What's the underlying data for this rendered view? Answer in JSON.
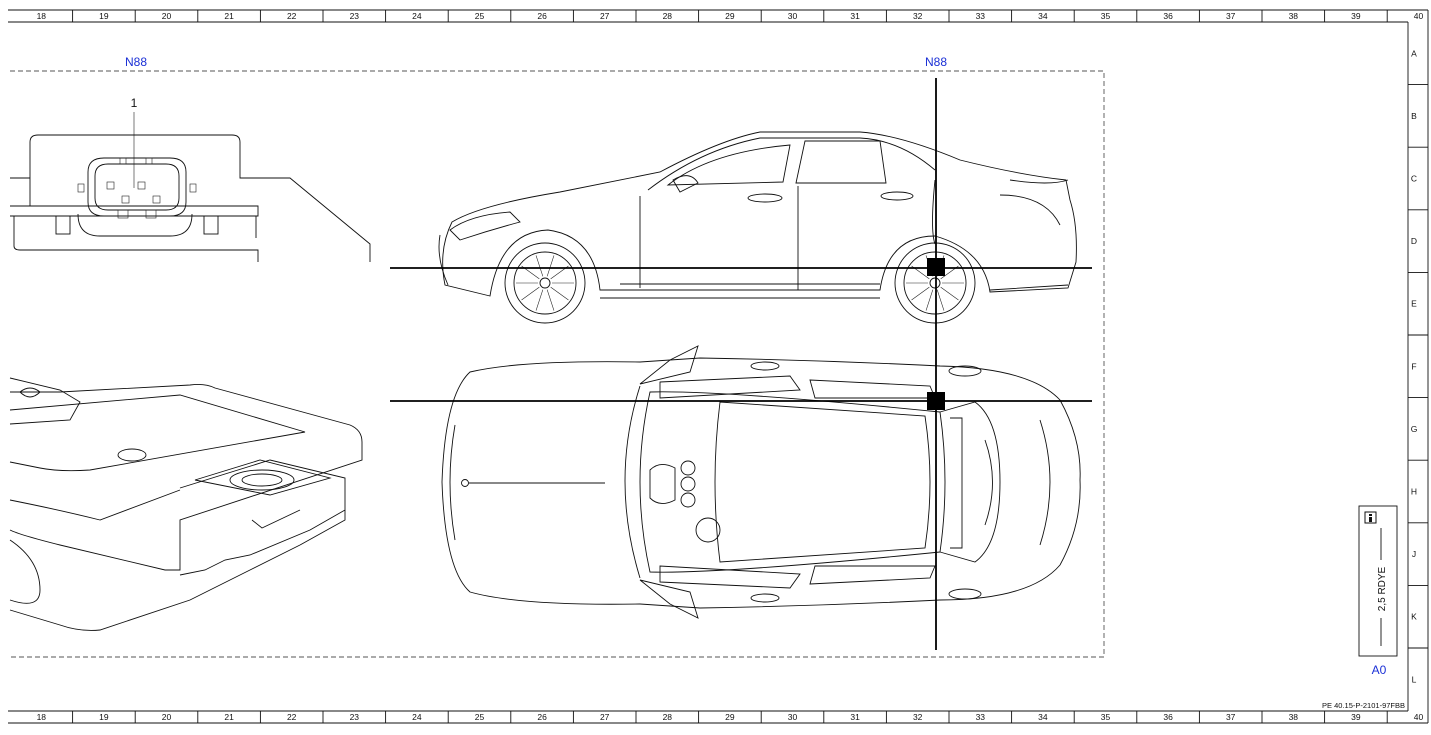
{
  "frame": {
    "columns": [
      "18",
      "19",
      "20",
      "21",
      "22",
      "23",
      "24",
      "25",
      "26",
      "27",
      "28",
      "29",
      "30",
      "31",
      "32",
      "33",
      "34",
      "35",
      "36",
      "37",
      "38",
      "39",
      "40"
    ],
    "rows": [
      "A",
      "B",
      "C",
      "D",
      "E",
      "F",
      "G",
      "H",
      "J",
      "K",
      "L"
    ]
  },
  "labels": {
    "component_left": "N88",
    "component_right": "N88",
    "callout_1": "1",
    "ground_point": "A0",
    "wire_spec": "2,5 RDYE",
    "doc_ref": "PE 40.15-P-2101-97FBB"
  },
  "icons": {
    "legend_symbol": "info-symbol-icon"
  },
  "colors": {
    "reference_text": "#1a2fd6",
    "marker": "#000000"
  }
}
